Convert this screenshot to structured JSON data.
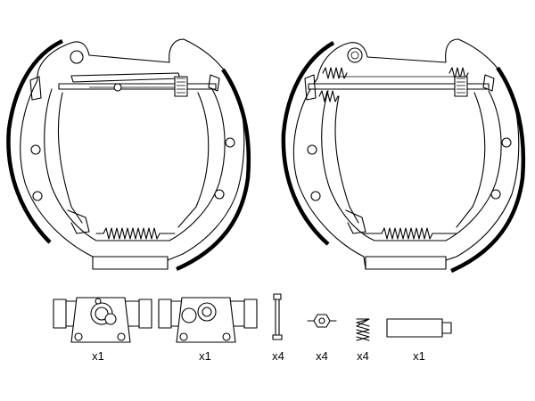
{
  "figure": {
    "quantities": [
      {
        "part": "wheel-cylinder-left",
        "label": "x1"
      },
      {
        "part": "wheel-cylinder-right",
        "label": "x1"
      },
      {
        "part": "hold-down-pin",
        "label": "x4"
      },
      {
        "part": "hold-down-cup-washer",
        "label": "x4"
      },
      {
        "part": "hold-down-spring",
        "label": "x4"
      },
      {
        "part": "adjuster-sleeve",
        "label": "x1"
      }
    ],
    "line_color": "#000000",
    "background": "#ffffff"
  }
}
